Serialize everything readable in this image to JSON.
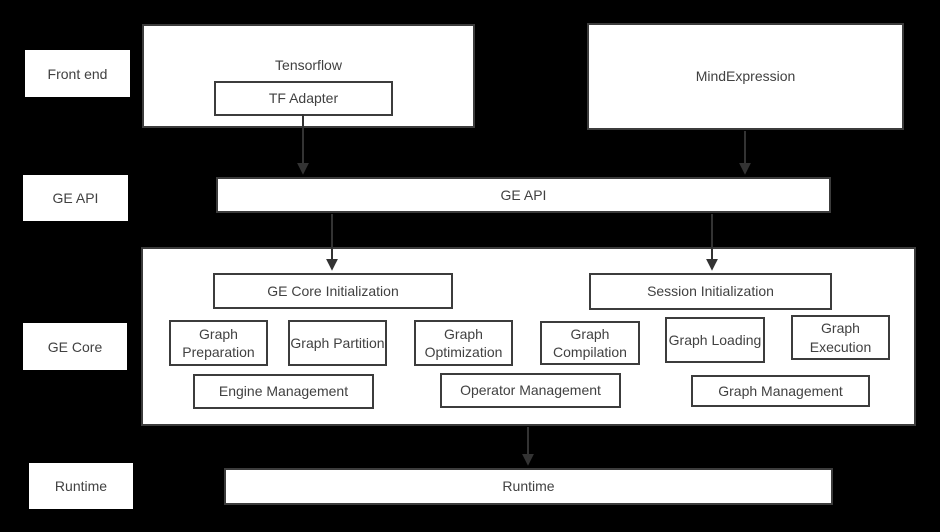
{
  "colors": {
    "background": "#000000",
    "box_fill": "#ffffff",
    "box_border": "#3c3c3c",
    "text": "#414141",
    "arrow": "#333333"
  },
  "side_labels": {
    "front_end": "Front end",
    "ge_api": "GE API",
    "ge_core": "GE Core",
    "runtime": "Runtime"
  },
  "front_end": {
    "tensorflow_label": "Tensorflow",
    "tf_adapter_label": "TF Adapter",
    "mindexpression_label": "MindExpression"
  },
  "ge_api_bar": {
    "label": "GE API"
  },
  "ge_core": {
    "init_label": "GE Core Initialization",
    "session_label": "Session Initialization",
    "modules": [
      "Graph Preparation",
      "Graph Partition",
      "Graph Optimization",
      "Graph Compilation",
      "Graph Loading",
      "Graph Execution"
    ],
    "management": [
      "Engine Management",
      "Operator Management",
      "Graph Management"
    ]
  },
  "runtime_bar": {
    "label": "Runtime"
  }
}
